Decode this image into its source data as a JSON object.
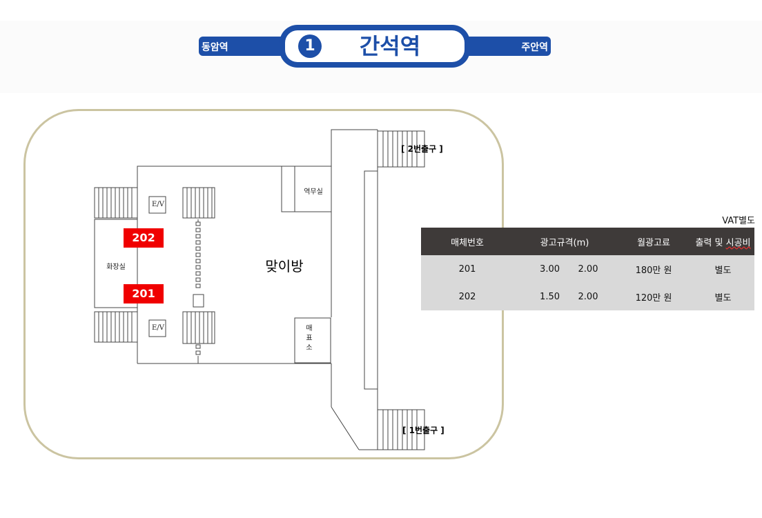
{
  "station": {
    "line_number": "1",
    "name": "간석역",
    "prev_station": "동암역",
    "next_station": "주안역",
    "line_color": "#1d4fa8"
  },
  "floor_plan": {
    "elevator_label": "E/V",
    "restroom_label": "화장실",
    "station_office_label": "역무실",
    "ticket_office_label": "매표소",
    "lobby_label": "맞이방",
    "exit_2_label": "[ 2번출구 ]",
    "exit_1_label": "[ 1번출구 ]",
    "ad_tags": [
      "202",
      "201"
    ],
    "ad_tag_color": "#f00000"
  },
  "pricing": {
    "vat_note": "VAT별도",
    "headers": {
      "media_no": "매체번호",
      "size": "광고규격(m)",
      "monthly_fee": "월광고료",
      "print_install_prefix": "출력 및 ",
      "print_install_underlined": "시공비"
    },
    "rows": [
      {
        "media_no": "201",
        "width": "3.00",
        "height": "2.00",
        "fee": "180만 원",
        "install": "별도"
      },
      {
        "media_no": "202",
        "width": "1.50",
        "height": "2.00",
        "fee": "120만 원",
        "install": "별도"
      }
    ]
  }
}
